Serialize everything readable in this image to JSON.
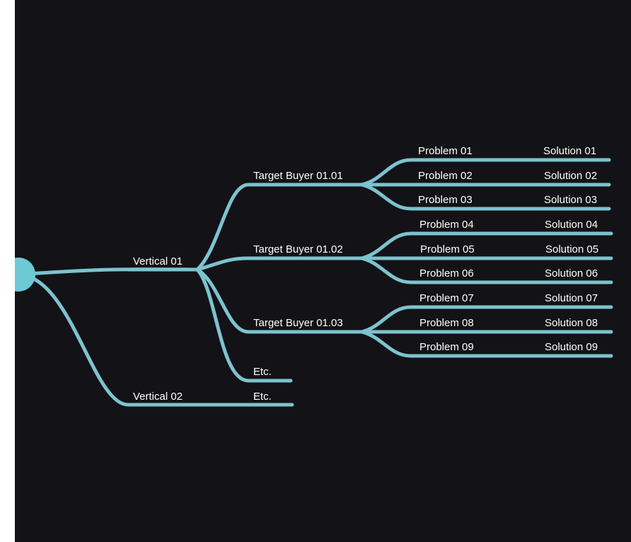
{
  "colors": {
    "background": "#131216",
    "branch": "#7cc3cf",
    "root": "#6ec9d6",
    "text": "#ffffff"
  },
  "root": {
    "label": ""
  },
  "verticals": [
    {
      "label": "Vertical 01",
      "buyers": [
        {
          "label": "Target Buyer 01.01",
          "problems": [
            "Problem 01",
            "Problem 02",
            "Problem 03"
          ],
          "solutions": [
            "Solution 01",
            "Solution 02",
            "Solution 03"
          ]
        },
        {
          "label": "Target Buyer 01.02",
          "problems": [
            "Problem 04",
            "Problem 05",
            "Problem 06"
          ],
          "solutions": [
            "Solution 04",
            "Solution 05",
            "Solution 06"
          ]
        },
        {
          "label": "Target Buyer 01.03",
          "problems": [
            "Problem 07",
            "Problem 08",
            "Problem 09"
          ],
          "solutions": [
            "Solution 07",
            "Solution 08",
            "Solution 09"
          ]
        }
      ],
      "etc_label": "Etc."
    },
    {
      "label": "Vertical 02",
      "etc_label": "Etc."
    }
  ]
}
